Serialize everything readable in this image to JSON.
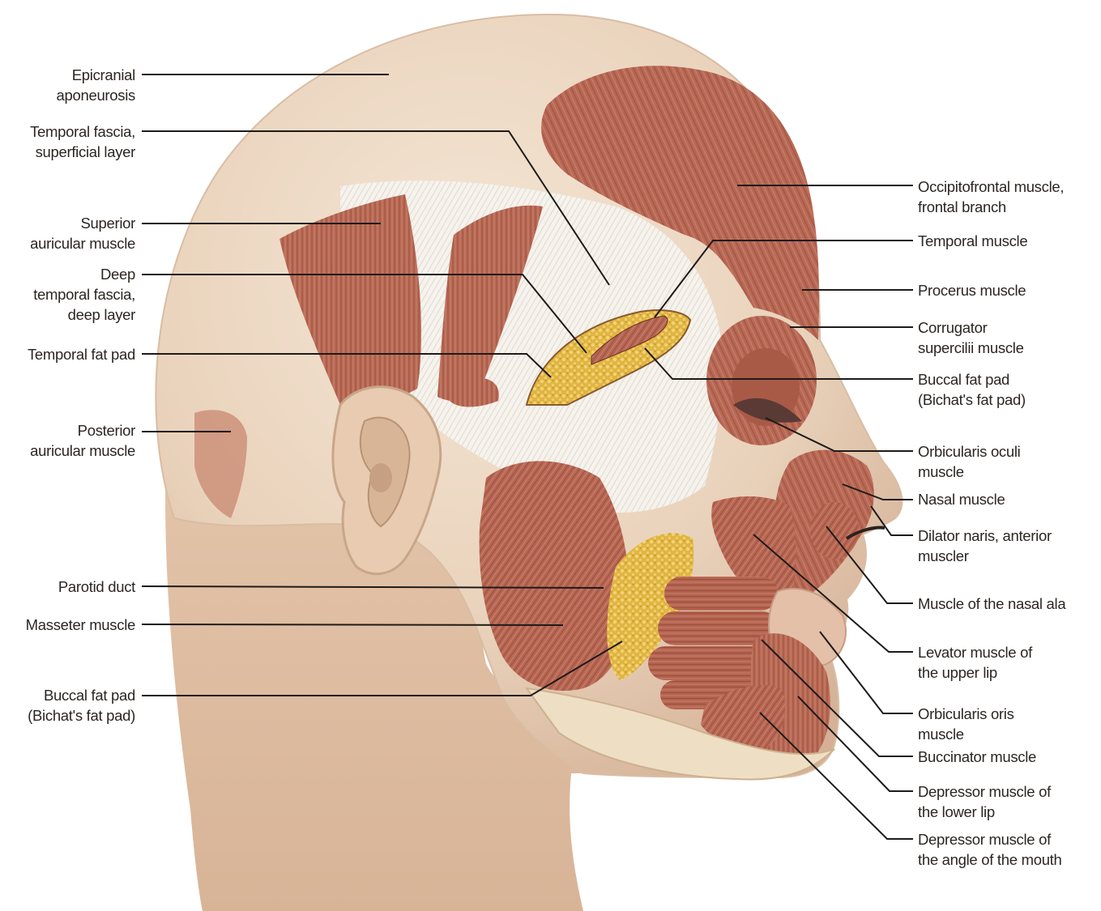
{
  "figure": {
    "colors": {
      "skin": "#ecd9c3",
      "skin_shadow": "#d7b79d",
      "muscle": "#b96a55",
      "muscle_dark": "#8e4334",
      "fascia": "#f4f1ec",
      "fat": "#e4bb4a",
      "leader_line": "#1e1b19",
      "label_text": "#2b2622"
    },
    "left_labels": [
      {
        "id": "epicranial",
        "text": "Epicranial\naponeurosis"
      },
      {
        "id": "temporal-fascia-superficial",
        "text": "Temporal fascia,\nsuperficial layer"
      },
      {
        "id": "superior-auricular",
        "text": "Superior\nauricular muscle"
      },
      {
        "id": "deep-temporal-fascia",
        "text": "Deep\ntemporal fascia,\ndeep layer"
      },
      {
        "id": "temporal-fat-pad",
        "text": "Temporal fat pad"
      },
      {
        "id": "posterior-auricular",
        "text": "Posterior\nauricular muscle"
      },
      {
        "id": "parotid-duct",
        "text": "Parotid duct"
      },
      {
        "id": "masseter",
        "text": "Masseter muscle"
      },
      {
        "id": "buccal-fat-pad-left",
        "text": "Buccal fat pad\n(Bichat's fat pad)"
      }
    ],
    "right_labels": [
      {
        "id": "occipitofrontal",
        "text": "Occipitofrontal muscle,\nfrontal branch"
      },
      {
        "id": "temporal-muscle",
        "text": "Temporal muscle"
      },
      {
        "id": "procerus",
        "text": "Procerus muscle"
      },
      {
        "id": "corrugator",
        "text": "Corrugator\nsupercilii muscle"
      },
      {
        "id": "buccal-fat-pad-right",
        "text": "Buccal fat pad\n(Bichat's fat pad)"
      },
      {
        "id": "orbicularis-oculi",
        "text": "Orbicularis oculi\nmuscle"
      },
      {
        "id": "nasal-muscle",
        "text": "Nasal muscle"
      },
      {
        "id": "dilator-naris",
        "text": "Dilator naris, anterior\nmuscler"
      },
      {
        "id": "nasal-ala",
        "text": "Muscle of the nasal ala"
      },
      {
        "id": "levator-upper-lip",
        "text": "Levator muscle of\nthe upper lip"
      },
      {
        "id": "orbicularis-oris",
        "text": "Orbicularis oris\nmuscle"
      },
      {
        "id": "buccinator",
        "text": "Buccinator muscle"
      },
      {
        "id": "depressor-lower-lip",
        "text": "Depressor muscle of\nthe lower lip"
      },
      {
        "id": "depressor-angle-mouth",
        "text": "Depressor muscle of\nthe angle of the mouth"
      }
    ]
  }
}
